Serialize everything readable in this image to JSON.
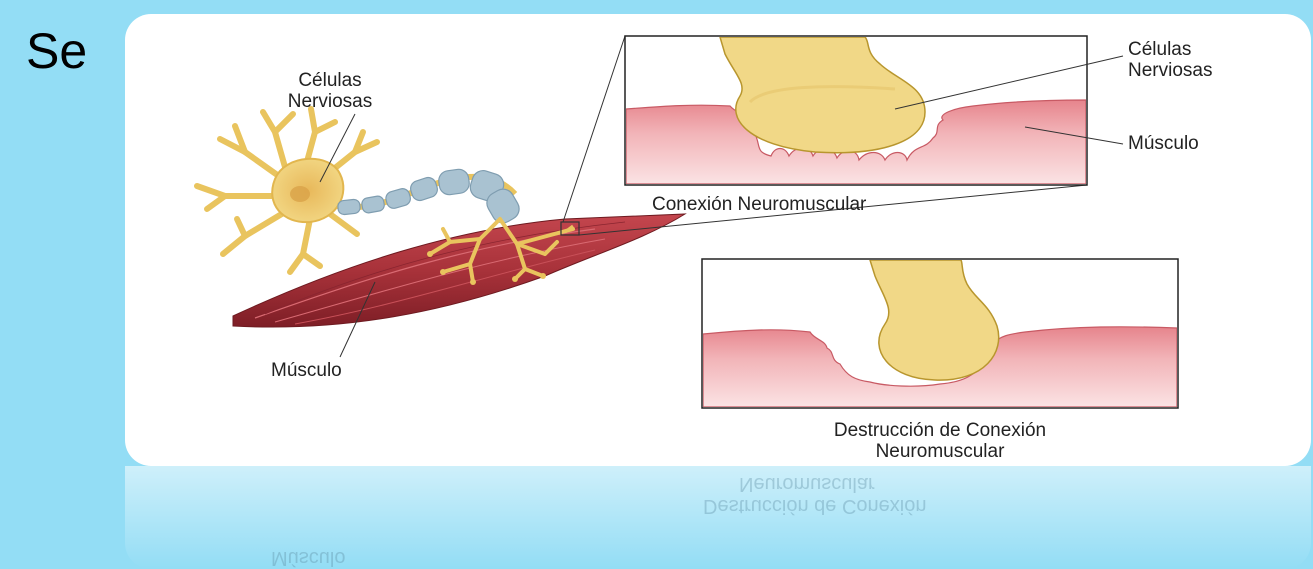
{
  "slide": {
    "title": "Se"
  },
  "labels": {
    "nerve_cells_left_line1": "Células",
    "nerve_cells_left_line2": "Nerviosas",
    "muscle_left": "Músculo",
    "nerve_cells_right_line1": "Células",
    "nerve_cells_right_line2": "Nerviosas",
    "muscle_right": "Músculo",
    "neuromuscular_connection": "Conexión Neuromuscular",
    "destruction_line1": "Destrucción de Conexión",
    "destruction_line2": "Neuromuscular"
  },
  "colors": {
    "background": "#93DDF5",
    "neuron": "#F0D27A",
    "myelin": "#9FB9C9",
    "muscle": "#A8323A",
    "muscle_tissue_pale": "#F2B8BC"
  }
}
